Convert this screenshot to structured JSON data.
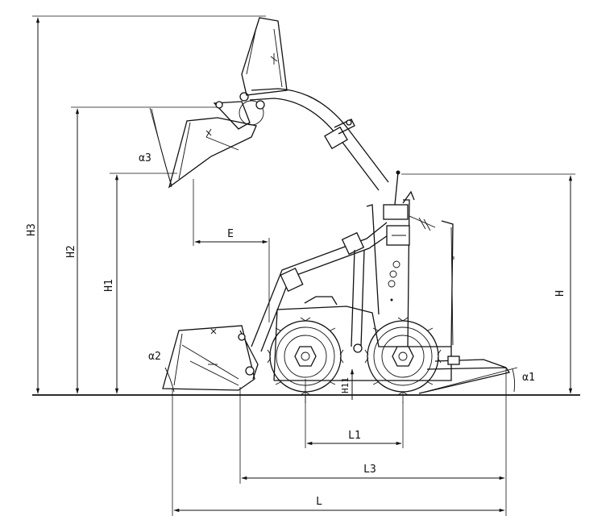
{
  "dimensions": {
    "H3": "H3",
    "H2": "H2",
    "H1": "H1",
    "H": "H",
    "E": "E",
    "L": "L",
    "L1": "L1",
    "L3": "L3",
    "H_small": "H11"
  },
  "angles": {
    "a1": "α1",
    "a2": "α2",
    "a3": "α3"
  }
}
